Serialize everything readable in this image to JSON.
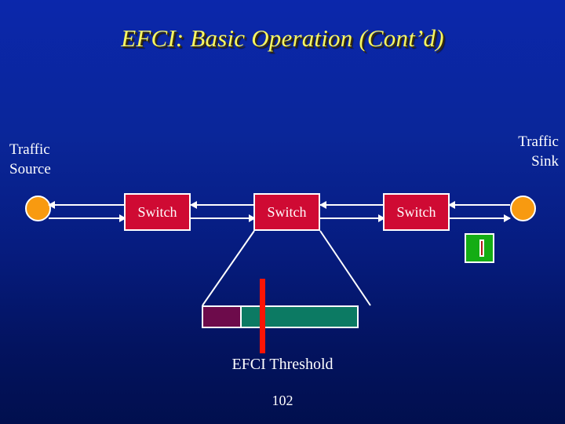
{
  "slide": {
    "title": "EFCI: Basic Operation (Cont’d)",
    "page_number": "102",
    "background_top_color": "#0b27ab",
    "background_bottom_color": "#010f4e",
    "title_color": "#f7f764",
    "text_color": "#ffffff"
  },
  "endpoints": {
    "source": {
      "label": "Traffic\nSource",
      "node_name": "traffic-source-node",
      "color": "#f89a10"
    },
    "sink": {
      "label": "Traffic\nSink",
      "node_name": "traffic-sink-node",
      "color": "#f89a10"
    }
  },
  "switches": [
    {
      "label": "Switch",
      "color": "#cf0a33"
    },
    {
      "label": "Switch",
      "color": "#cf0a33"
    },
    {
      "label": "Switch",
      "color": "#cf0a33"
    }
  ],
  "links": {
    "forward_direction": "right",
    "reverse_direction": "left",
    "color": "#ffffff",
    "segments": [
      "source-to-switch-1",
      "switch-1-to-switch-2",
      "switch-2-to-switch-3",
      "switch-3-to-sink"
    ]
  },
  "efci_bit_indicator": {
    "cell_color": "#14ad14",
    "bit_color": "#b01515",
    "name": "efci-bit-cell"
  },
  "queue": {
    "caption": "EFCI Threshold",
    "filled_color": "#6d0b4b",
    "empty_color": "#0c7a63",
    "filled_fraction": "25%",
    "threshold_marker_color": "#fb1405",
    "border_color": "#ffffff"
  }
}
